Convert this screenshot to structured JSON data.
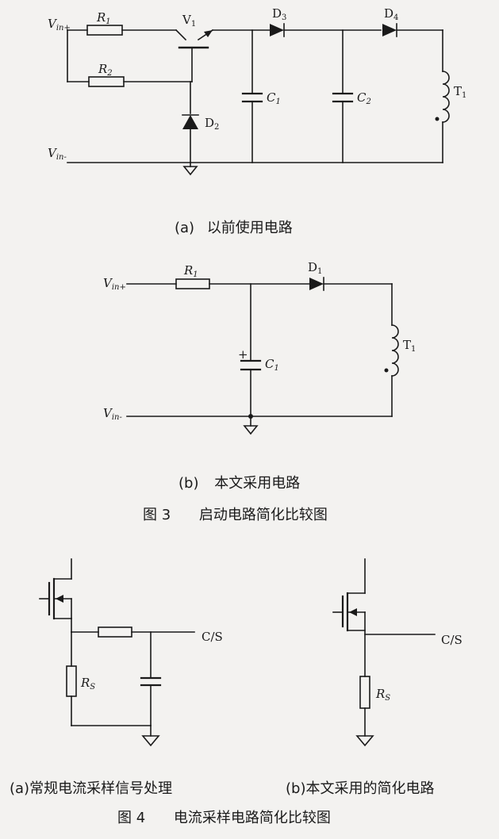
{
  "fig3": {
    "a": {
      "caption_letter": "(a)",
      "caption_text": "以前使用电路",
      "vin_plus": "V",
      "vin_plus_sub": "in+",
      "vin_minus": "V",
      "vin_minus_sub": "in-",
      "r1": "R",
      "r1_sub": "1",
      "r2": "R",
      "r2_sub": "2",
      "v1": "V",
      "v1_sub": "1",
      "d2": "D",
      "d2_sub": "2",
      "d3": "D",
      "d3_sub": "3",
      "d4": "D",
      "d4_sub": "4",
      "c1": "C",
      "c1_sub": "1",
      "c2": "C",
      "c2_sub": "2",
      "t1": "T",
      "t1_sub": "1"
    },
    "b": {
      "caption_letter": "(b)",
      "caption_text": "本文采用电路",
      "vin_plus": "V",
      "vin_plus_sub": "in+",
      "vin_minus": "V",
      "vin_minus_sub": "in-",
      "r1": "R",
      "r1_sub": "1",
      "d1": "D",
      "d1_sub": "1",
      "c1": "C",
      "c1_sub": "1",
      "t1": "T",
      "t1_sub": "1",
      "plus": "+"
    },
    "title_num": "图 3",
    "title_text": "启动电路简化比较图"
  },
  "fig4": {
    "a": {
      "cs": "C/S",
      "rs": "R",
      "rs_sub": "S",
      "caption": "(a)常规电流采样信号处理"
    },
    "b": {
      "cs": "C/S",
      "rs": "R",
      "rs_sub": "S",
      "caption": "(b)本文采用的简化电路"
    },
    "title_num": "图 4",
    "title_text": "电流采样电路简化比较图"
  }
}
